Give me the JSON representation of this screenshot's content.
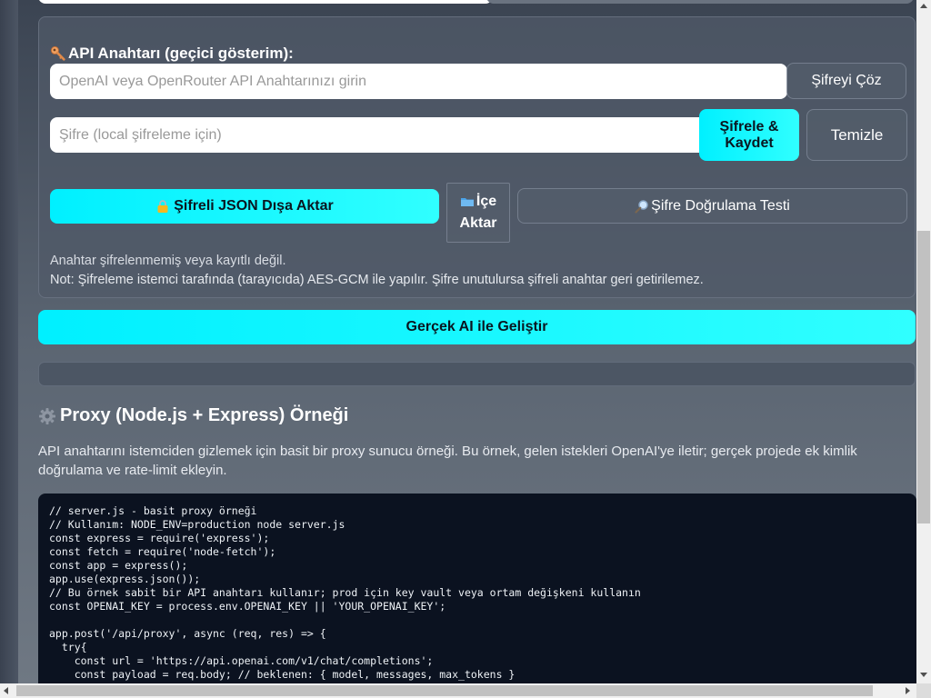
{
  "api_section": {
    "title": "API Anahtarı (geçici gösterim):",
    "key_placeholder": "OpenAI veya OpenRouter API Anahtarınızı girin",
    "password_placeholder": "Şifre (local şifreleme için)",
    "decrypt_label": "Şifreyi Çöz",
    "encrypt_label": "Şifrele & Kaydet",
    "clear_label": "Temizle",
    "export_label": "Şifreli JSON Dışa Aktar",
    "import_label_1": "İçe",
    "import_label_2": "Aktar",
    "test_label": "Şifre Doğrulama Testi",
    "status": "Anahtar şifrelenmemiş veya kayıtlı değil.",
    "note": "Not: Şifreleme istemci tarafında (tarayıcıda) AES-GCM ile yapılır. Şifre unutulursa şifreli anahtar geri getirilemez."
  },
  "improve_button": "Gerçek AI ile Geliştir",
  "proxy": {
    "title": "Proxy (Node.js + Express) Örneği",
    "description": "API anahtarını istemciden gizlemek için basit bir proxy sunucu örneği. Bu örnek, gelen istekleri OpenAI'ye iletir; gerçek projede ek kimlik doğrulama ve rate-limit ekleyin.",
    "code": "// server.js - basit proxy örneği\n// Kullanım: NODE_ENV=production node server.js\nconst express = require('express');\nconst fetch = require('node-fetch');\nconst app = express();\napp.use(express.json());\n// Bu örnek sabit bir API anahtarı kullanır; prod için key vault veya ortam değişkeni kullanın\nconst OPENAI_KEY = process.env.OPENAI_KEY || 'YOUR_OPENAI_KEY';\n\napp.post('/api/proxy', async (req, res) => {\n  try{\n    const url = 'https://api.openai.com/v1/chat/completions';\n    const payload = req.body; // beklenen: { model, messages, max_tokens }"
  },
  "icons": {
    "key": "key-icon",
    "lock": "lock-icon",
    "folder": "folder-icon",
    "magnifier": "magnifier-icon",
    "gear": "gear-icon"
  },
  "colors": {
    "accent_cyan": "#00f0ff",
    "code_bg": "#0b1220"
  }
}
